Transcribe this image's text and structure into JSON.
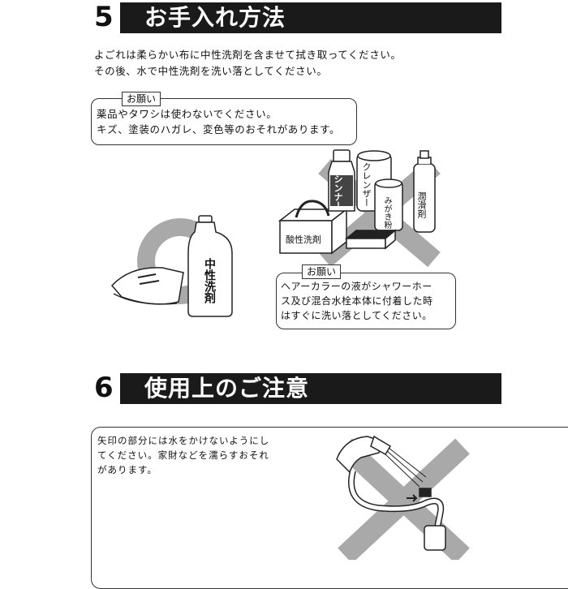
{
  "section5": {
    "number": "5",
    "title": "お手入れ方法",
    "lines": [
      "よごれは柔らかい布に中性洗剤を含ませて拭き取ってください。",
      "その後、水で中性洗剤を洗い落としてください。"
    ],
    "note1": {
      "tag": "お願い",
      "lines": [
        "薬品やタワシは使わないでください。",
        "キズ、塗装のハガレ、変色等のおそれがあります。"
      ]
    },
    "labels": {
      "neutral_detergent": "中性洗剤",
      "thinner": "シンナー",
      "cleanser": "クレンザー",
      "polishing_powder": "みがき粉",
      "lubricant": "潤滑剤",
      "acid_cleaner": "酸性洗剤"
    },
    "note2": {
      "tag": "お願い",
      "lines": [
        "ヘアーカラーの液がシャワーホー",
        "ス及び混合水栓本体に付着した時",
        "はすぐに洗い落としてください。"
      ]
    }
  },
  "section6": {
    "number": "6",
    "title": "使用上のご注意",
    "lines": [
      "矢印の部分には水をかけないようにし",
      "てください。家財などを濡らすおそれ",
      "があります。"
    ]
  }
}
